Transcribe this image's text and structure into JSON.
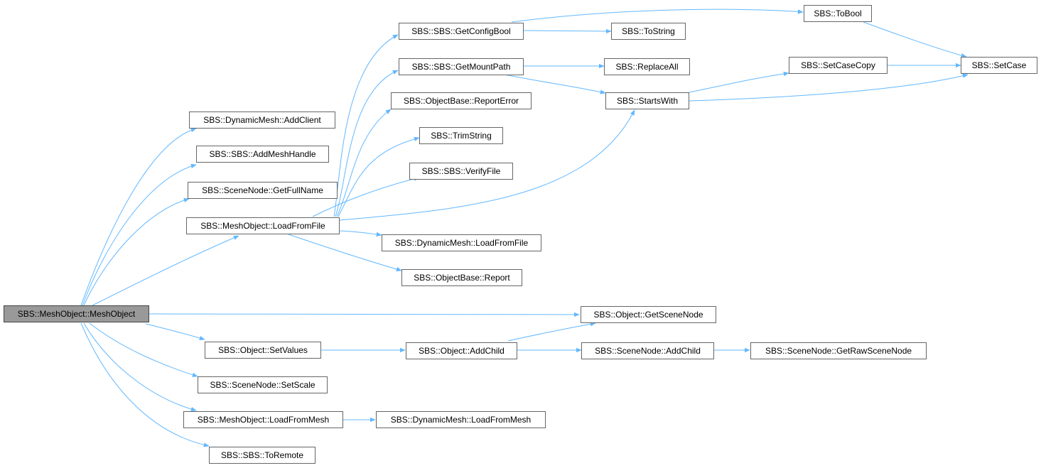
{
  "colors": {
    "edge": "#63b8ff",
    "node_border": "#666666",
    "root_fill": "#999999"
  },
  "nodes": {
    "mesh_object": "SBS::MeshObject::MeshObject",
    "add_client": "SBS::DynamicMesh::AddClient",
    "add_mesh_handle": "SBS::SBS::AddMeshHandle",
    "get_full_name": "SBS::SceneNode::GetFullName",
    "mesh_load_from_file": "SBS::MeshObject::LoadFromFile",
    "get_config_bool": "SBS::SBS::GetConfigBool",
    "get_mount_path": "SBS::SBS::GetMountPath",
    "report_error": "SBS::ObjectBase::ReportError",
    "trim_string": "SBS::TrimString",
    "verify_file": "SBS::SBS::VerifyFile",
    "dyn_load_from_file": "SBS::DynamicMesh::LoadFromFile",
    "report": "SBS::ObjectBase::Report",
    "to_bool": "SBS::ToBool",
    "to_string": "SBS::ToString",
    "replace_all": "SBS::ReplaceAll",
    "starts_with": "SBS::StartsWith",
    "set_case_copy": "SBS::SetCaseCopy",
    "set_case": "SBS::SetCase",
    "get_scene_node": "SBS::Object::GetSceneNode",
    "set_values": "SBS::Object::SetValues",
    "object_add_child": "SBS::Object::AddChild",
    "scene_add_child": "SBS::SceneNode::AddChild",
    "get_raw_scene_node": "SBS::SceneNode::GetRawSceneNode",
    "set_scale": "SBS::SceneNode::SetScale",
    "mesh_load_from_mesh": "SBS::MeshObject::LoadFromMesh",
    "dyn_load_from_mesh": "SBS::DynamicMesh::LoadFromMesh",
    "to_remote": "SBS::SBS::ToRemote"
  }
}
